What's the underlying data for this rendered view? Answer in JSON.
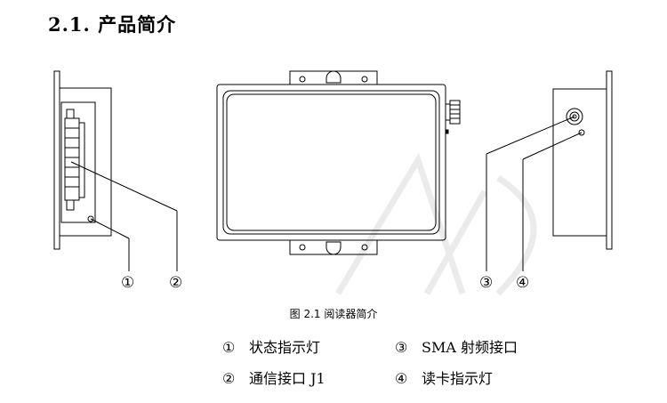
{
  "section": {
    "number": "2.1.",
    "title": "产品简介"
  },
  "callouts": [
    "①",
    "②",
    "③",
    "④"
  ],
  "figure_caption": "图 2.1 阅读器简介",
  "legend": [
    {
      "num": "①",
      "text": "状态指示灯"
    },
    {
      "num": "③",
      "text": "SMA 射频接口"
    },
    {
      "num": "②",
      "text": "通信接口 J1"
    },
    {
      "num": "④",
      "text": "读卡指示灯"
    }
  ],
  "colors": {
    "line": "#000000",
    "watermark": "#b0b0b0"
  }
}
